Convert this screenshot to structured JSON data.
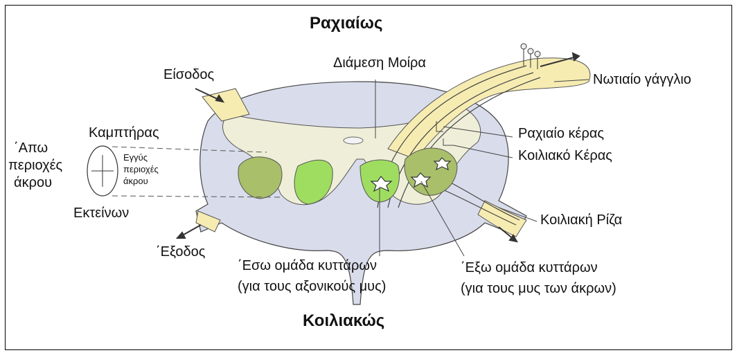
{
  "title_top": "Ραχιαίως",
  "title_bottom": "Κοιλιακώς",
  "labels": {
    "entry": "Είσοδος",
    "intermediate": "Διάμεση Μοίρα",
    "ganglion": "Νωτιαίο γάγγλιο",
    "dorsal_horn": "Ραχιαίο κέρας",
    "ventral_horn": "Κοιλιακό Κέρας",
    "ventral_root": "Κοιλιακή Ρίζα",
    "flexor": "Καμπτήρας",
    "extensor": "Εκτείνων",
    "distal_line1": "΄Απω",
    "distal_line2": "περιοχές",
    "distal_line3": "άκρου",
    "proximal_line1": "Εγγύς",
    "proximal_line2": "περιοχές",
    "proximal_line3": "άκρου",
    "exit": "΄Εξοδος",
    "medial_group_line1": "΄Εσω ομάδα κυττάρων",
    "medial_group_line2": "(για τους αξονικούς μυς)",
    "lateral_group_line1": "΄Εξω ομάδα κυττάρων",
    "lateral_group_line2": "(για τους μυς των άκρων)"
  },
  "colors": {
    "white_matter": "#d9dcea",
    "grey_matter": "#efefd9",
    "root": "#f6ecb2",
    "medial_group": "#9fdd60",
    "lateral_group": "#a9bf6a",
    "outline": "#333333"
  }
}
